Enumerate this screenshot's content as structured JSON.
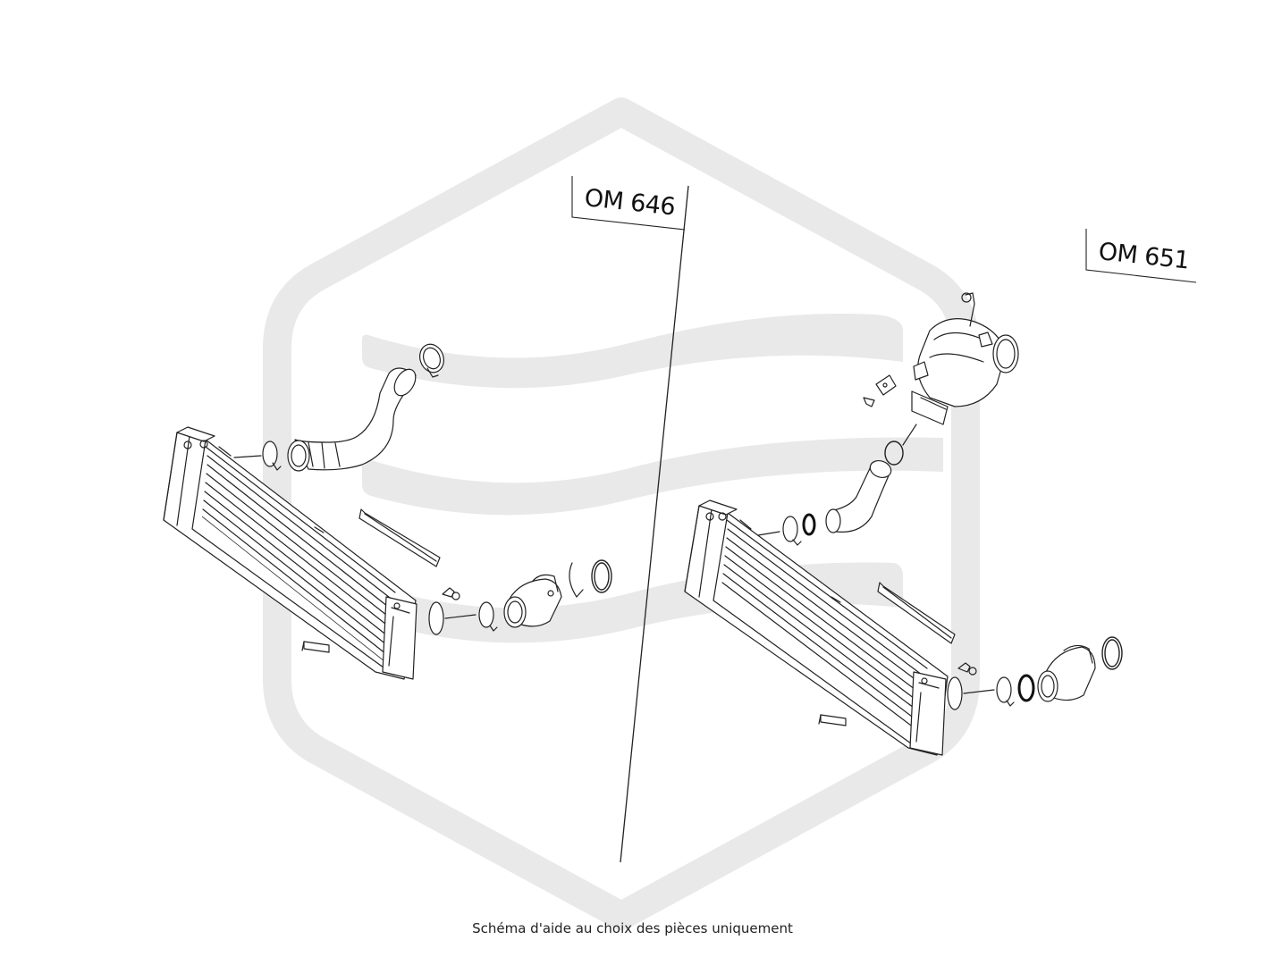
{
  "labels": {
    "left_engine": "OM 646",
    "right_engine": "OM 651"
  },
  "caption": "Schéma d'aide au choix des pièces uniquement",
  "watermark": {
    "icon": "brand-logo-watermark",
    "color": "#e9e9e9"
  },
  "colors": {
    "line": "#222222",
    "background": "#ffffff"
  }
}
